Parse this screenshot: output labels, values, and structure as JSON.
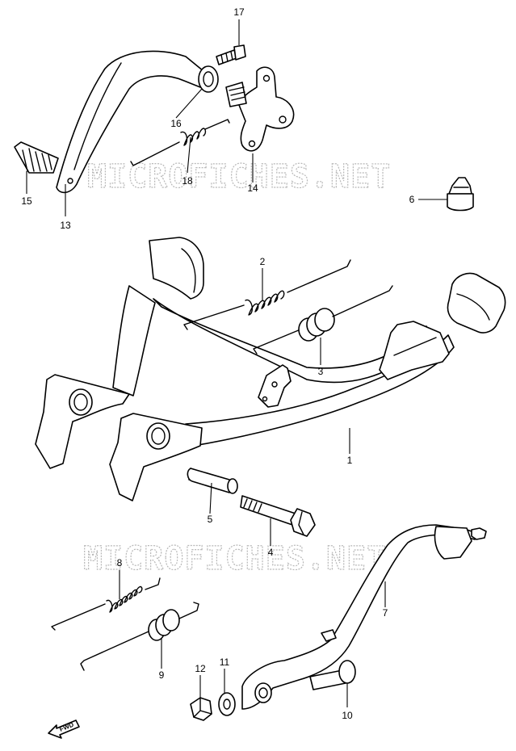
{
  "watermark": "MICROFICHES.NET",
  "direction_label": "FWD",
  "callouts": {
    "c1": "1",
    "c2": "2",
    "c3": "3",
    "c4": "4",
    "c5": "5",
    "c6": "6",
    "c7": "7",
    "c8": "8",
    "c9": "9",
    "c10": "10",
    "c11": "11",
    "c12": "12",
    "c13": "13",
    "c14": "14",
    "c15": "15",
    "c16": "16",
    "c17": "17",
    "c18": "18"
  }
}
